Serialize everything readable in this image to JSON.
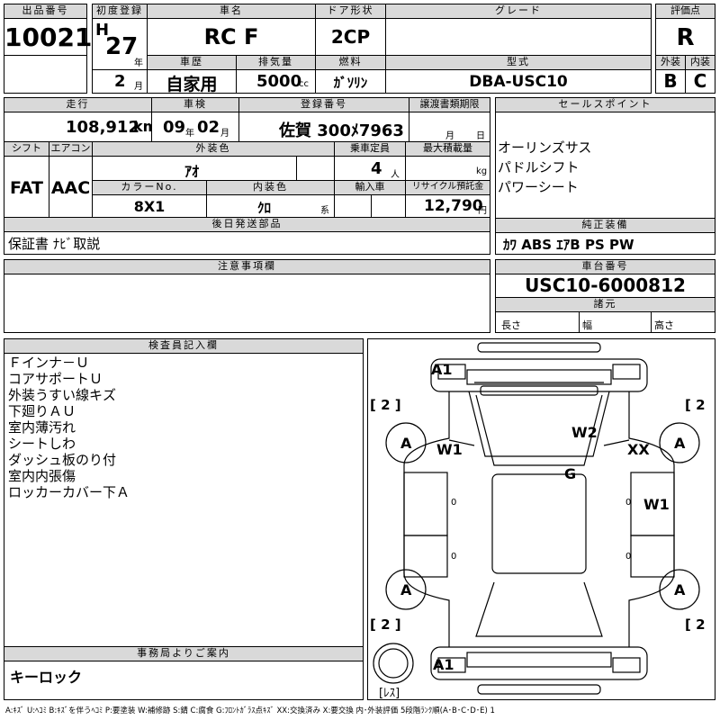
{
  "top": {
    "lot_no_label": "出品番号",
    "lot_no": "10021",
    "first_reg_label": "初度登録",
    "era": "H",
    "year": "27",
    "year_unit": "年",
    "month": "2",
    "month_unit": "月",
    "car_name_label": "車名",
    "car_name": "RC F",
    "door_label": "ドア形状",
    "door": "2CP",
    "grade_label": "グレード",
    "grade": "",
    "score_label": "評価点",
    "score": "R",
    "history_label": "車歴",
    "history": "自家用",
    "displacement_label": "排気量",
    "displacement": "5000",
    "displacement_unit": "cc",
    "fuel_label": "燃料",
    "fuel": "ｶﾞｿﾘﾝ",
    "model_label": "型式",
    "model": "DBA-USC10",
    "exterior_label": "外装",
    "exterior": "B",
    "interior_label": "内装",
    "interior": "C"
  },
  "mid": {
    "mileage_label": "走行",
    "mileage": "108,912",
    "mileage_unit": "km",
    "inspection_label": "車検",
    "insp_year": "09",
    "insp_year_unit": "年",
    "insp_month": "02",
    "insp_month_unit": "月",
    "reg_no_label": "登録番号",
    "reg_no": "佐賀 300ﾒ7963",
    "transfer_label": "譲渡書類期限",
    "transfer_month_unit": "月",
    "transfer_day_unit": "日",
    "sales_label": "セールスポイント",
    "sales_points": [
      "オーリンズサス",
      "パドルシフト",
      "パワーシート"
    ],
    "shift_label": "シフト",
    "shift": "FAT",
    "ac_label": "エアコン",
    "ac": "AAC",
    "color_label": "外装色",
    "color": "ｱｵ",
    "capacity_label": "乗車定員",
    "capacity": "4",
    "capacity_unit": "人",
    "load_label": "最大積載量",
    "load_unit": "kg",
    "color_no_label": "カラーNo.",
    "color_no": "8X1",
    "int_color_label": "内装色",
    "int_color": "ｸﾛ",
    "int_color_unit": "系",
    "import_label": "輸入車",
    "recycle_label": "リサイクル預託金",
    "recycle": "12,790",
    "recycle_unit": "円",
    "later_label": "後日発送部品",
    "later": "保証書 ﾅﾋﾞ取説",
    "equip_label": "純正装備",
    "equip": "ｶﾜ ABS ｴｱB PS PW",
    "notes_label": "注意事項欄",
    "chassis_label": "車台番号",
    "chassis": "USC10-6000812",
    "specs_label": "諸元",
    "length_label": "長さ",
    "width_label": "幅",
    "height_label": "高さ"
  },
  "inspector": {
    "label": "検査員記入欄",
    "lines": [
      "Ｆインナ－Ｕ",
      "コアサポートＵ",
      "外装うすい線キズ",
      "下廻りＡＵ",
      "室内薄汚れ",
      "シートしわ",
      "ダッシュ板のり付",
      "室内内張傷",
      "ロッカーカバー下Ａ"
    ]
  },
  "office": {
    "label": "事務局よりご案内",
    "text": "キーロック"
  },
  "diagram": {
    "marks": {
      "a1_top": "A1",
      "a1_bottom": "A1",
      "w1_left": "W1",
      "w2": "W2",
      "xx": "XX",
      "g": "G",
      "w1_right": "W1",
      "wheel_fl": "A",
      "wheel_fr": "A",
      "wheel_rl": "A",
      "wheel_rr": "A",
      "corner_tl": "[ 2 ]",
      "corner_tr": "[ 2",
      "corner_bl": "[ 2 ]",
      "corner_br": "[ 2",
      "zero_l": "0",
      "zero_r": "0",
      "zero_bl": "0",
      "zero_br": "0",
      "spare": "[ﾚｽ]"
    }
  },
  "legend": "A:ｷｽﾞ U:ﾍｺﾐ B:ｷｽﾞを伴うﾍｺﾐ P:要塗装 W:補修跡 S:錆 C:腐食 G:ﾌﾛﾝﾄｶﾞﾗｽ点ｷｽﾞ XX:交換済み X:要交換 内･外装評価 5段階ﾗﾝｸ順(A･B･C･D･E) 1"
}
